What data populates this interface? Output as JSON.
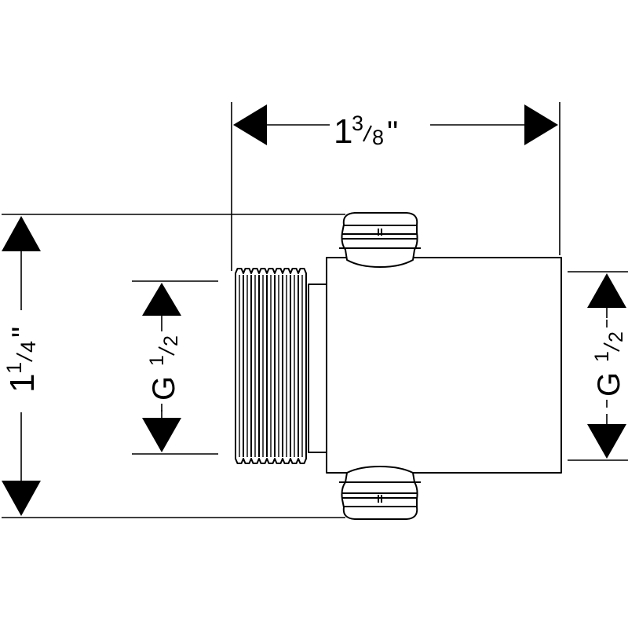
{
  "dimensions": {
    "width_label": {
      "whole": "1",
      "numerator": "3",
      "denominator": "8",
      "unit": "\""
    },
    "height_label": {
      "whole": "1",
      "numerator": "1",
      "denominator": "4",
      "unit": "\""
    },
    "left_thread_label": {
      "letter": "G",
      "numerator": "1",
      "denominator": "2"
    },
    "right_thread_label": {
      "letter": "G",
      "numerator": "1",
      "denominator": "2"
    }
  },
  "colors": {
    "line": "#000000",
    "background": "#ffffff"
  }
}
